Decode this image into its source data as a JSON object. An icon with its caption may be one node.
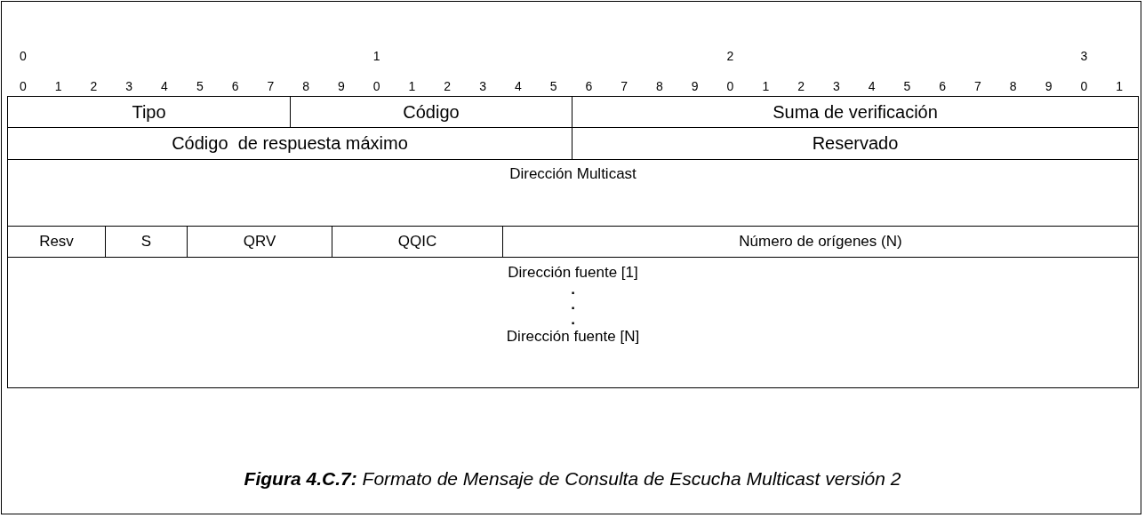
{
  "diagram": {
    "caption": "**Figura 4.C.7:** Formato de Mensaje de Consulta de Escucha Multicast versión 2",
    "nodes": [
      {
        "text": [
          "Tipo"
        ]
      },
      {
        "text": [
          "Código"
        ]
      },
      {
        "text": [
          "Suma de verificación"
        ]
      },
      {
        "text": [
          "Código  de respuesta máximo"
        ]
      },
      {
        "text": [
          "Reservado"
        ]
      },
      {
        "text": [
          "Dirección Multicast"
        ]
      },
      {
        "text": [
          "Resv"
        ]
      },
      {
        "text": [
          "S"
        ]
      },
      {
        "text": [
          "QRV"
        ]
      },
      {
        "text": [
          "QQIC"
        ]
      },
      {
        "text": [
          "Número de orígenes (N)"
        ]
      },
      {
        "text": [
          "Dirección fuente [1]",
          ".",
          ".",
          ".",
          "Dirección fuente [N]"
        ]
      }
    ],
    "edges": [],
    "labels": [
      "0",
      "1",
      "2",
      "3",
      "0",
      "1",
      "2",
      "3",
      "4",
      "5",
      "6",
      "7",
      "8",
      "9",
      "0",
      "1",
      "2",
      "3",
      "4",
      "5",
      "6",
      "7",
      "8",
      "9",
      "0",
      "1",
      "2",
      "3",
      "4",
      "5",
      "6",
      "7",
      "8",
      "9",
      "0",
      "1"
    ]
  }
}
